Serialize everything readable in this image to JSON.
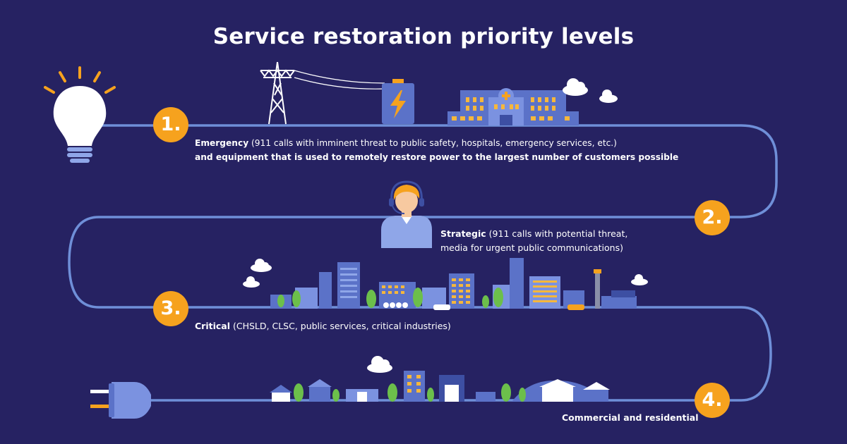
{
  "title": "Service restoration priority levels",
  "colors": {
    "background": "#262262",
    "line": "#6f8fd8",
    "badge": "#f6a21e",
    "building": "#5b72c8",
    "building_dark": "#3d4fa3",
    "window": "#f6b73c",
    "tree": "#6cbf4b",
    "text": "#ffffff"
  },
  "icons": [
    "light-bulb-icon",
    "power-tower-icon",
    "battery-icon",
    "hospital-icon",
    "operator-icon",
    "city-skyline-icon",
    "houses-icon",
    "plug-icon",
    "cloud-icon"
  ],
  "levels": [
    {
      "number": "1.",
      "label": "Emergency",
      "detail": " (911 calls with imminent threat to public safety, hospitals, emergency services, etc.)",
      "line2": "and equipment that is used to remotely restore power to the largest number of customers possible"
    },
    {
      "number": "2.",
      "label": "Strategic",
      "detail": " (911 calls with potential threat,",
      "line2": "media for urgent public communications)"
    },
    {
      "number": "3.",
      "label": "Critical",
      "detail": " (CHSLD, CLSC, public services, critical industries)"
    },
    {
      "number": "4.",
      "label": "Commercial and residential"
    }
  ]
}
